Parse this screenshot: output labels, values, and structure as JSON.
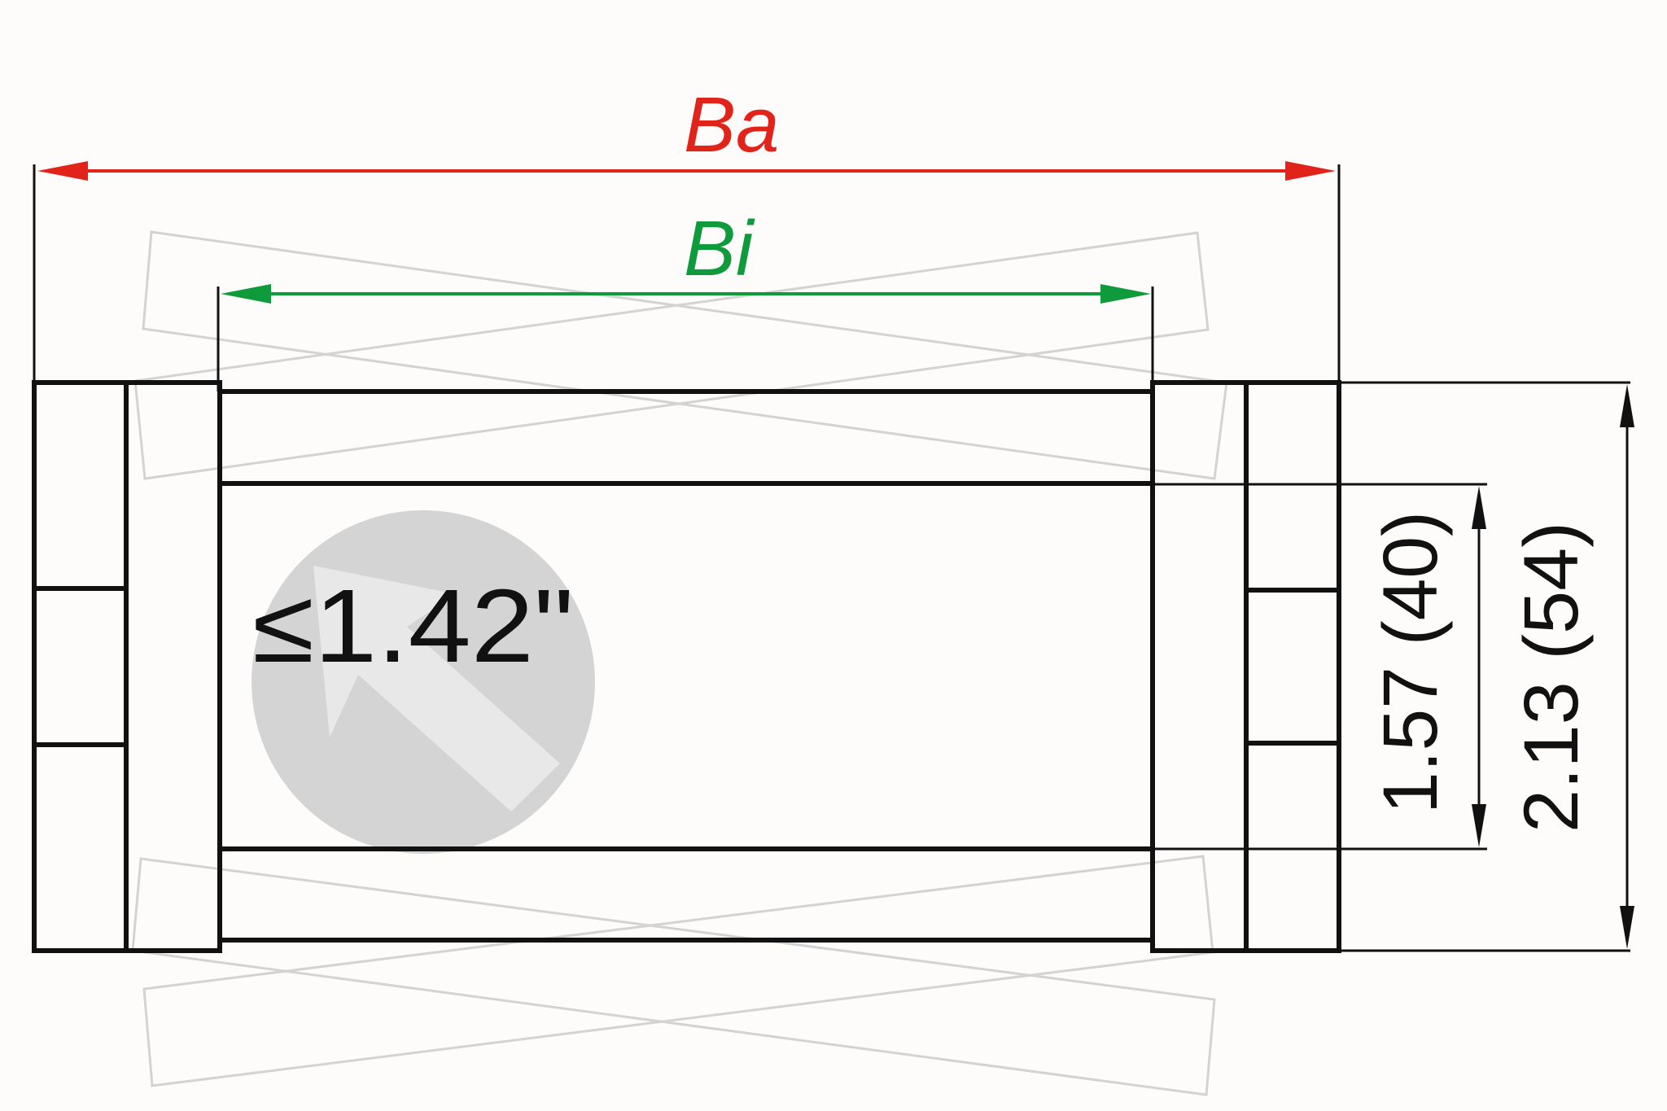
{
  "diagram": {
    "type": "technical-dimension-drawing",
    "colors": {
      "background": "#fdfcfb",
      "outer_width_dimension": "#e2231a",
      "inner_width_dimension": "#0f9a3c",
      "lines": "#111111",
      "ghost_outlines": "#d3d3d3",
      "badge_circle": "#d4d4d4",
      "badge_arrow": "#e8e8e8"
    },
    "dimensions": {
      "outer_width": {
        "label": "Ba"
      },
      "inner_width": {
        "label": "Bi"
      },
      "inner_height": {
        "label": "1.57 (40)"
      },
      "outer_height": {
        "label": "2.13 (54)"
      }
    },
    "badge": {
      "text": "≤1.42\"",
      "icon": "arrow-up-left-icon"
    }
  }
}
